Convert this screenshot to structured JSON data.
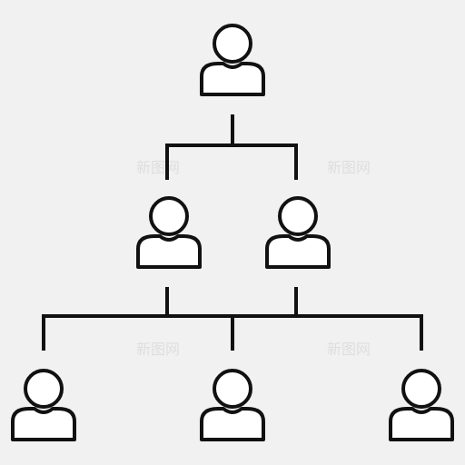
{
  "diagram": {
    "type": "org-chart",
    "colors": {
      "background": "#f1f1f1",
      "stroke": "#111111",
      "fill": "#ffffff"
    },
    "levels": [
      {
        "id": "level-1",
        "count": 1
      },
      {
        "id": "level-2",
        "count": 2
      },
      {
        "id": "level-3",
        "count": 3
      }
    ],
    "nodes": [
      {
        "id": "top",
        "icon": "person-icon",
        "level": 1
      },
      {
        "id": "mid-left",
        "icon": "person-icon",
        "level": 2
      },
      {
        "id": "mid-right",
        "icon": "person-icon",
        "level": 2
      },
      {
        "id": "bottom-left",
        "icon": "person-icon",
        "level": 3
      },
      {
        "id": "bottom-center",
        "icon": "person-icon",
        "level": 3
      },
      {
        "id": "bottom-right",
        "icon": "person-icon",
        "level": 3
      }
    ],
    "edges": [
      [
        "top",
        "mid-left"
      ],
      [
        "top",
        "mid-right"
      ],
      [
        "mid-left",
        "bottom-left"
      ],
      [
        "mid-left",
        "bottom-center"
      ],
      [
        "mid-right",
        "bottom-center"
      ],
      [
        "mid-right",
        "bottom-right"
      ]
    ],
    "watermark": "新图网"
  }
}
